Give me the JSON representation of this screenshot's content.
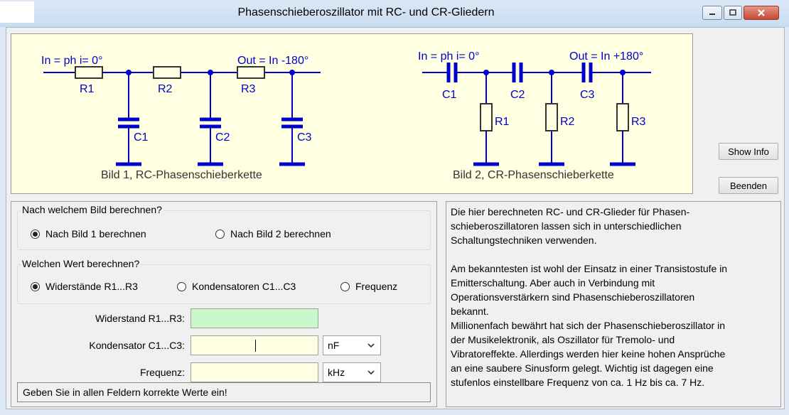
{
  "window": {
    "title": "Phasenschieberoszillator mit  RC- und CR-Gliedern"
  },
  "diagram1": {
    "in_label": "In =  ph i= 0°",
    "out_label": "Out = In -180°",
    "r1": "R1",
    "r2": "R2",
    "r3": "R3",
    "c1": "C1",
    "c2": "C2",
    "c3": "C3",
    "caption": "Bild 1, RC-Phasenschieberkette"
  },
  "diagram2": {
    "in_label": "In =  ph i= 0°",
    "out_label": "Out = In +180°",
    "c1": "C1",
    "c2": "C2",
    "c3": "C3",
    "r1": "R1",
    "r2": "R2",
    "r3": "R3",
    "caption": "Bild 2, CR-Phasenschieberkette"
  },
  "buttons": {
    "show_info": "Show Info",
    "beenden": "Beenden"
  },
  "form": {
    "group_bild": {
      "title": "Nach welchem Bild berechnen?",
      "option1": "Nach Bild 1 berechnen",
      "option2": "Nach Bild 2 berechnen"
    },
    "group_wert": {
      "title": "Welchen Wert berechnen?",
      "option1": "Widerstände R1...R3",
      "option2": "Kondensatoren C1...C3",
      "option3": "Frequenz"
    },
    "fields": {
      "widerstand_label": "Widerstand R1...R3:",
      "kondensator_label": "Kondensator C1...C3:",
      "frequenz_label": "Frequenz:",
      "kondensator_unit": "nF",
      "frequenz_unit": "kHz"
    },
    "status": "Geben Sie in allen Feldern korrekte Werte ein!"
  },
  "info": {
    "para1": "Die hier berechneten RC- und CR-Glieder für Phasen-\nschieberoszillatoren lassen sich in unterschiedlichen\nSchaltungstechniken verwenden.",
    "para2": "Am bekanntesten ist wohl der Einsatz in einer Transistostufe in\nEmitterschaltung. Aber auch in Verbindung mit\nOperationsverstärkern sind Phasenschieberoszillatoren\nbekannt.\nMillionenfach bewährt hat sich der Phasenschieberoszillator in\nder Musikelektronik, als Oszillator für Tremolo- und\nVibratoreffekte. Allerdings werden hier keine hohen Ansprüche\nan eine saubere Sinusform gelegt. Wichtig ist dagegen eine\nstufenlos einstellbare Frequenz von ca. 1 Hz bis ca. 7 Hz."
  },
  "colors": {
    "schematic": "#0000cc",
    "canvas_bg": "#ffffe1",
    "green_field": "#c9f7c9"
  }
}
